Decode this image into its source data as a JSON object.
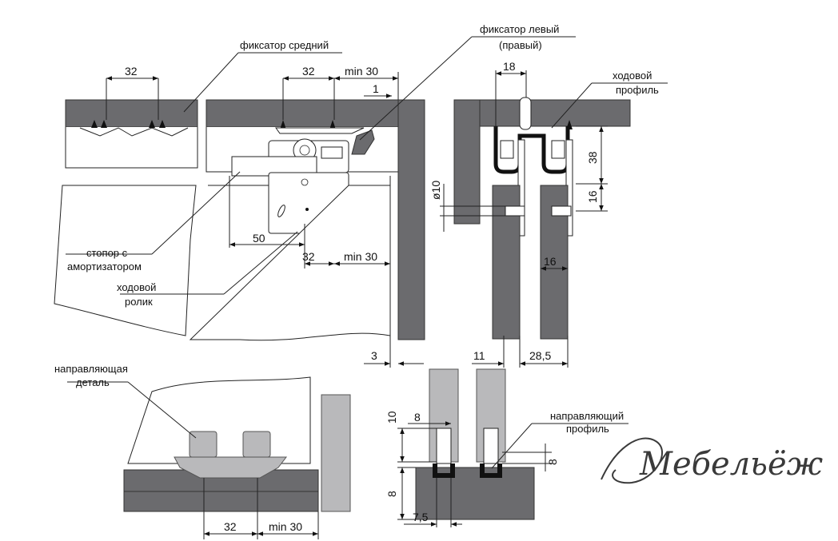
{
  "colors": {
    "profile": "#6b6b6e",
    "panel": "#b9b9bb",
    "line": "#222222",
    "background": "#ffffff"
  },
  "labels": {
    "fixator_middle": "фиксатор средний",
    "fixator_left_1": "фиксатор левый",
    "fixator_left_2": "(правый)",
    "running_profile_1": "ходовой",
    "running_profile_2": "профиль",
    "stopper_1": "стопор с",
    "stopper_2": "амортизатором",
    "running_roller_1": "ходовой",
    "running_roller_2": "ролик",
    "guide_part_1": "направляющая",
    "guide_part_2": "деталь",
    "guide_profile_1": "направляющий",
    "guide_profile_2": "профиль"
  },
  "dimensions": {
    "d32_top_left": "32",
    "d32_top_mid": "32",
    "min30_top": "min 30",
    "d1": "1",
    "d18": "18",
    "d38": "38",
    "d16_v": "16",
    "phi10": "ø10",
    "d50": "50",
    "d32_bottom": "32",
    "min30_mid": "min 30",
    "d16_h": "16",
    "d3": "3",
    "d11": "11",
    "d28_5": "28,5",
    "d10": "10",
    "d8_h": "8",
    "d8_right": "8",
    "d8_left": "8",
    "d7_5": "7,5",
    "d32_low": "32",
    "min30_low": "min 30"
  },
  "logo": "Мебельёж"
}
